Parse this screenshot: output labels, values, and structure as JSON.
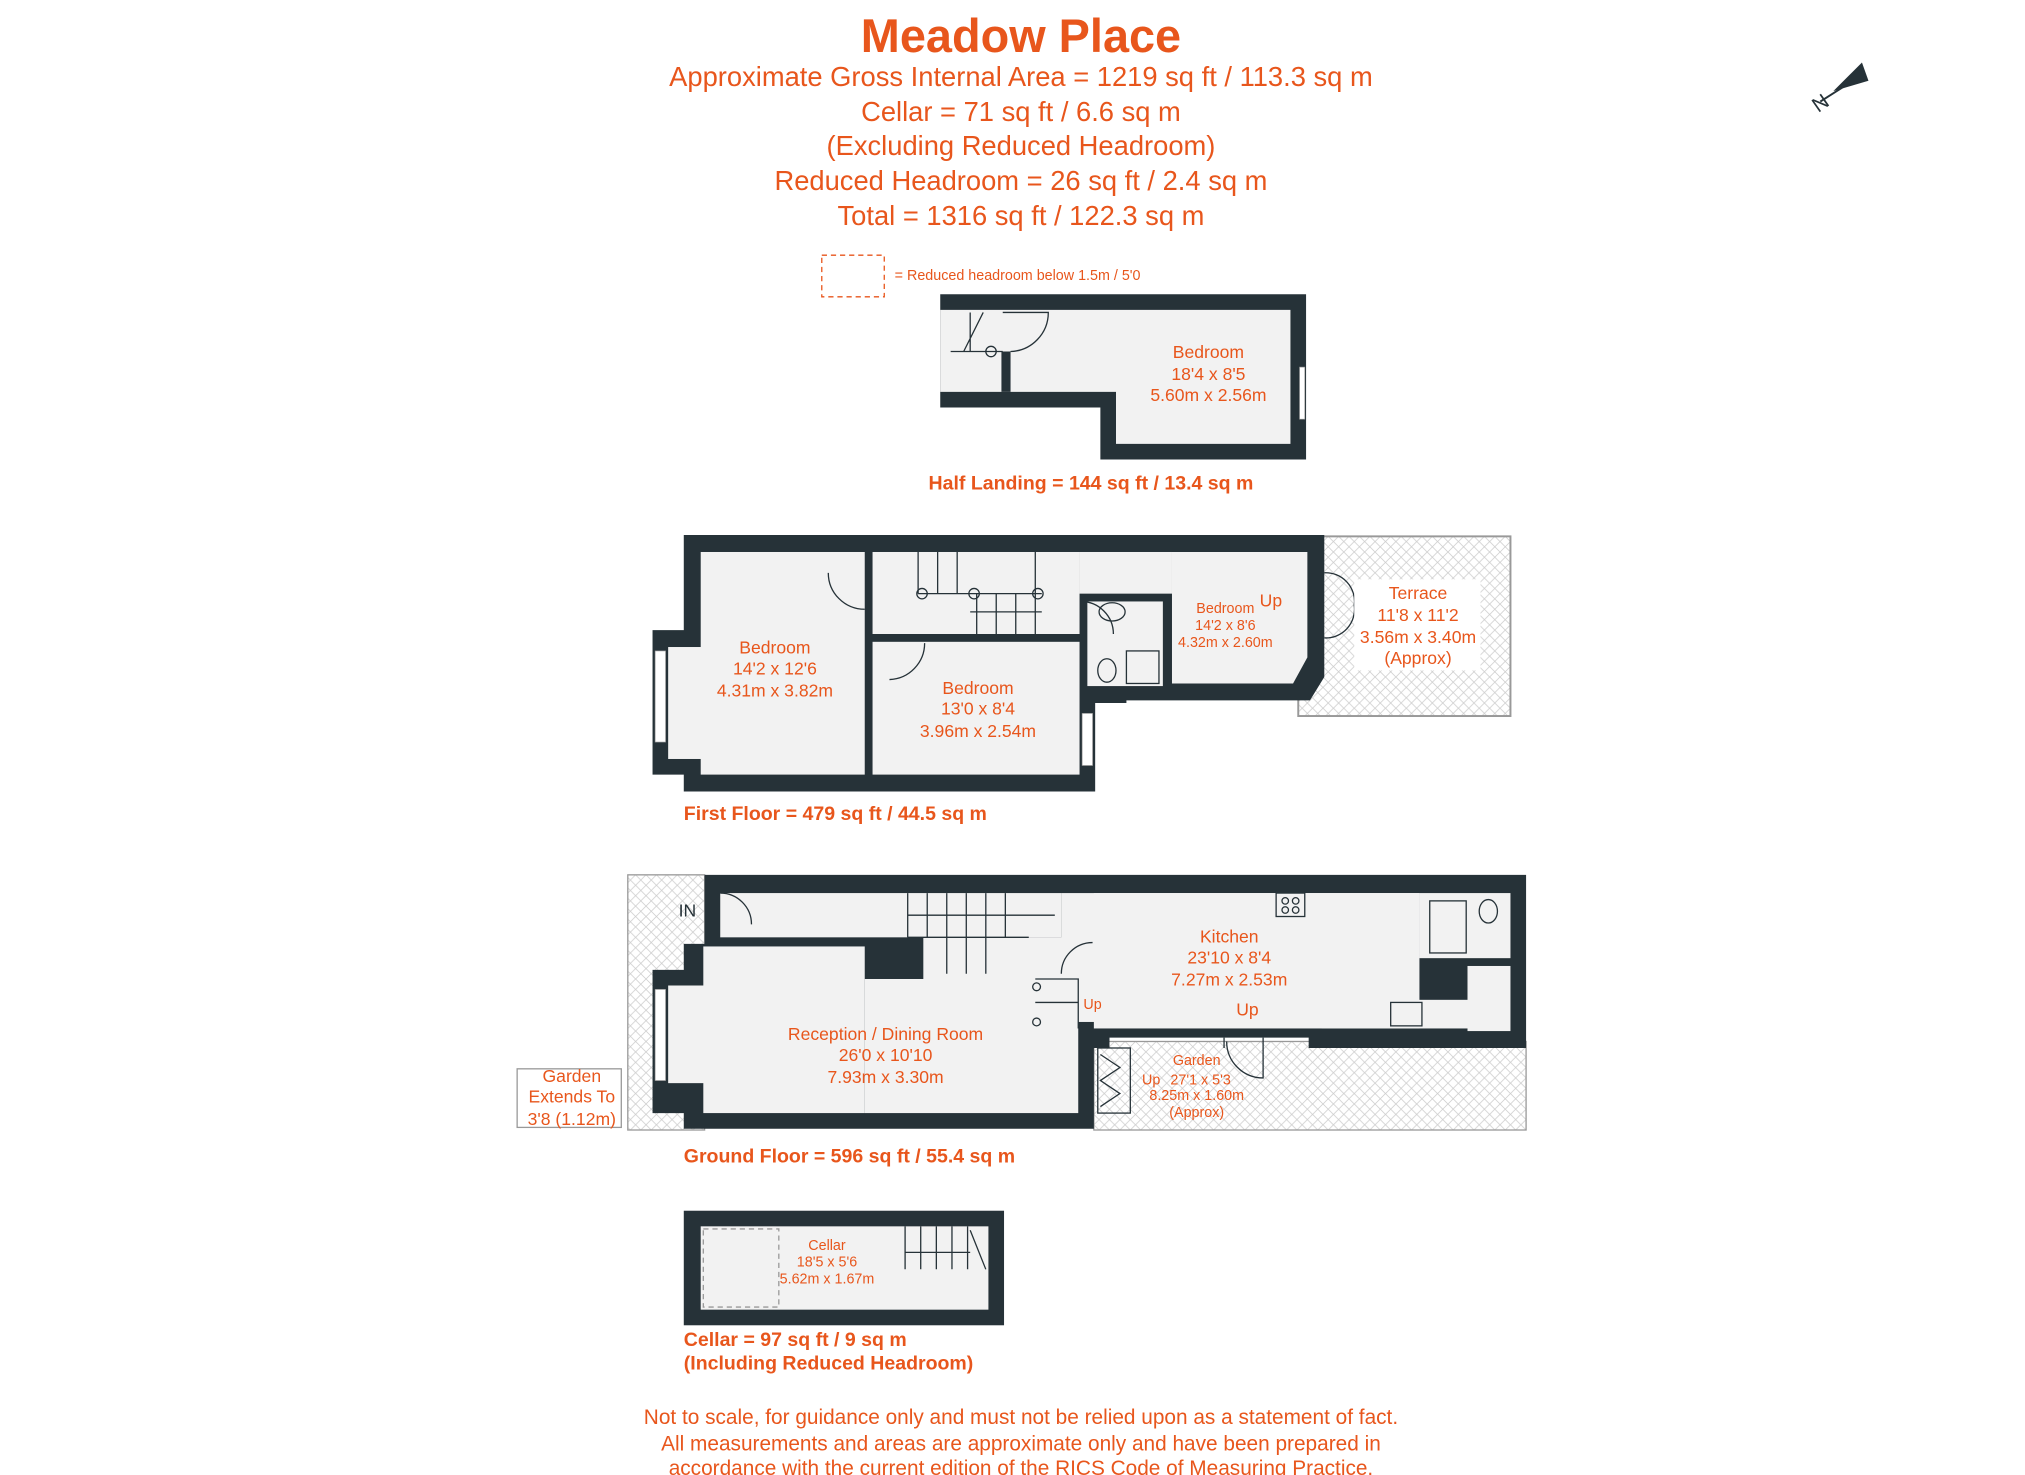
{
  "header": {
    "title": "Meadow Place",
    "lines": [
      "Approximate Gross Internal Area = 1219 sq ft / 113.3 sq m",
      "Cellar = 71 sq ft / 6.6 sq m",
      "(Excluding Reduced Headroom)",
      "Reduced Headroom = 26 sq ft / 2.4 sq m",
      "Total = 1316 sq ft / 122.3 sq m"
    ]
  },
  "legend": {
    "text": "= Reduced headroom below 1.5m / 5'0"
  },
  "compass": {
    "label": "N"
  },
  "half_landing": {
    "area": "Half Landing = 144 sq ft / 13.4 sq m",
    "bedroom": {
      "name": "Bedroom",
      "imperial": "18'4 x 8'5",
      "metric": "5.60m x 2.56m"
    }
  },
  "first_floor": {
    "area": "First Floor = 479 sq ft / 44.5 sq m",
    "bedroom1": {
      "name": "Bedroom",
      "imperial": "14'2 x 12'6",
      "metric": "4.31m x 3.82m"
    },
    "bedroom2": {
      "name": "Bedroom",
      "imperial": "13'0 x 8'4",
      "metric": "3.96m x 2.54m"
    },
    "bedroom3": {
      "name": "Bedroom",
      "imperial": "14'2 x 8'6",
      "metric": "4.32m x 2.60m"
    },
    "up": "Up",
    "terrace": {
      "name": "Terrace",
      "imperial": "11'8 x 11'2",
      "metric": "3.56m x 3.40m",
      "note": "(Approx)"
    }
  },
  "ground_floor": {
    "area": "Ground Floor = 596 sq ft / 55.4 sq m",
    "in": "IN",
    "reception": {
      "name": "Reception / Dining Room",
      "imperial": "26'0 x 10'10",
      "metric": "7.93m x 3.30m"
    },
    "kitchen": {
      "name": "Kitchen",
      "imperial": "23'10 x 8'4",
      "metric": "7.27m x 2.53m"
    },
    "up1": "Up",
    "up2": "Up",
    "up3": "Up",
    "garden": {
      "name": "Garden",
      "imperial": "27'1 x 5'3",
      "metric": "8.25m x 1.60m",
      "note": "(Approx)"
    },
    "garden_extends": [
      "Garden",
      "Extends To",
      "3'8 (1.12m)"
    ]
  },
  "cellar": {
    "area": "Cellar = 97 sq ft / 9 sq m",
    "area_note": "(Including Reduced Headroom)",
    "room": {
      "name": "Cellar",
      "imperial": "18'5 x 5'6",
      "metric": "5.62m x 1.67m"
    }
  },
  "footer": [
    "Not to scale, for guidance only and must not be relied upon as a statement of fact.",
    "All measurements and areas are approximate only and have been prepared in",
    "accordance with the current edition of the RICS Code of Measuring Practice."
  ],
  "colors": {
    "accent": "#e8561c",
    "wall": "#263238",
    "floor": "#f2f2f2"
  }
}
